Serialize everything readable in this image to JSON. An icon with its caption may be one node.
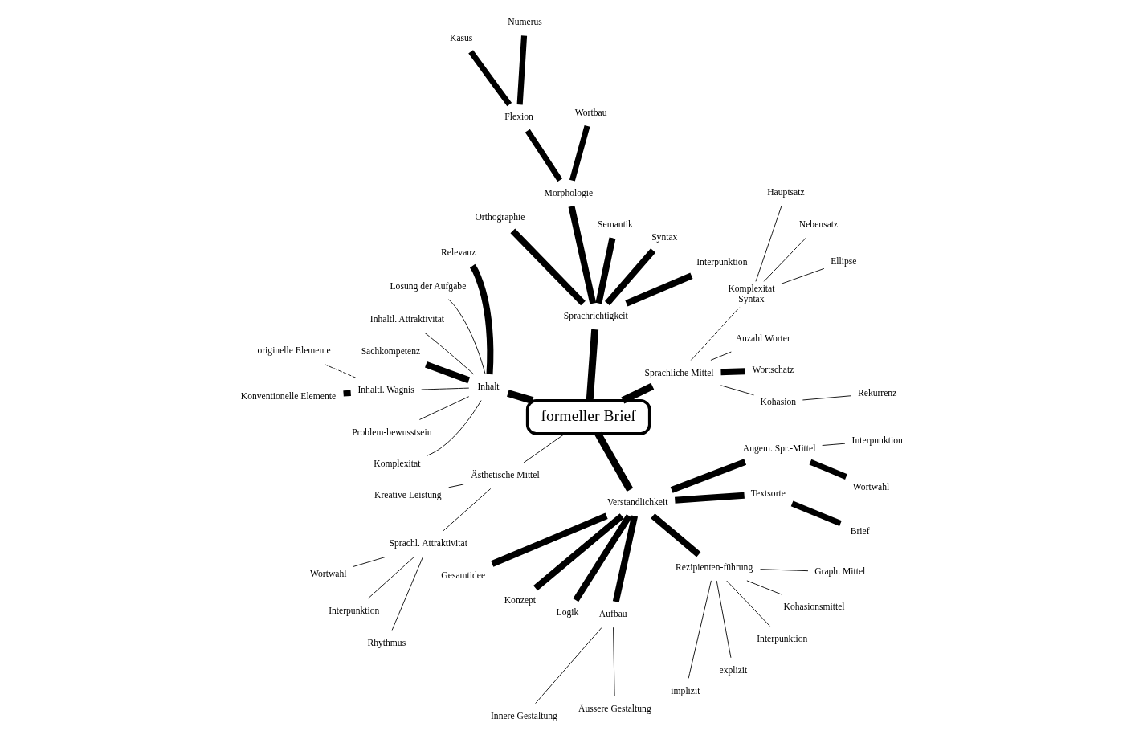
{
  "diagram": {
    "nodes": [
      {
        "text": [
          "formeller Brief"
        ]
      },
      {
        "text": [
          "Sprachliche Mittel"
        ]
      },
      {
        "text": [
          "Kohasion"
        ]
      },
      {
        "text": [
          "Rekurrenz"
        ]
      },
      {
        "text": [
          "Wortschatz"
        ]
      },
      {
        "text": [
          "Anzahl Worter"
        ]
      },
      {
        "text": [
          "Komplexitat",
          "Syntax"
        ]
      },
      {
        "text": [
          "Ellipse"
        ]
      },
      {
        "text": [
          "Nebensatz"
        ]
      },
      {
        "text": [
          "Hauptsatz"
        ]
      },
      {
        "text": [
          "Sprachrichtigkeit"
        ]
      },
      {
        "text": [
          "Interpunktion"
        ]
      },
      {
        "text": [
          "Syntax"
        ]
      },
      {
        "text": [
          "Semantik"
        ]
      },
      {
        "text": [
          "Morphologie"
        ]
      },
      {
        "text": [
          "Wortbau"
        ]
      },
      {
        "text": [
          "Flexion"
        ]
      },
      {
        "text": [
          "Numerus"
        ]
      },
      {
        "text": [
          "Kasus"
        ]
      },
      {
        "text": [
          "Orthographie"
        ]
      },
      {
        "text": [
          "Inhalt"
        ]
      },
      {
        "text": [
          "Relevanz"
        ]
      },
      {
        "text": [
          "Losung der Aufgabe"
        ]
      },
      {
        "text": [
          "Inhaltl. Attraktivitat"
        ]
      },
      {
        "text": [
          "Sachkompetenz"
        ]
      },
      {
        "text": [
          "Inhaltl. Wagnis"
        ]
      },
      {
        "text": [
          "originelle Elemente"
        ]
      },
      {
        "text": [
          "Konventionelle Elemente"
        ]
      },
      {
        "text": [
          "Problem-bewusstsein"
        ]
      },
      {
        "text": [
          "Komplexitat"
        ]
      },
      {
        "text": [
          "Ästhetische Mittel"
        ]
      },
      {
        "text": [
          "Kreative Leistung"
        ]
      },
      {
        "text": [
          "Sprachl. Attraktivitat"
        ]
      },
      {
        "text": [
          "Wortwahl"
        ]
      },
      {
        "text": [
          "Interpunktion"
        ]
      },
      {
        "text": [
          "Rhythmus"
        ]
      },
      {
        "text": [
          "Verstandlichkeit"
        ]
      },
      {
        "text": [
          "Gesamtidee"
        ]
      },
      {
        "text": [
          "Konzept"
        ]
      },
      {
        "text": [
          "Logik"
        ]
      },
      {
        "text": [
          "Aufbau"
        ]
      },
      {
        "text": [
          "Innere Gestaltung"
        ]
      },
      {
        "text": [
          "Äussere Gestaltung"
        ]
      },
      {
        "text": [
          "Rezipienten-führung"
        ]
      },
      {
        "text": [
          "implizit"
        ]
      },
      {
        "text": [
          "explizit"
        ]
      },
      {
        "text": [
          "Interpunktion"
        ]
      },
      {
        "text": [
          "Kohasionsmittel"
        ]
      },
      {
        "text": [
          "Graph. Mittel"
        ]
      },
      {
        "text": [
          "Textsorte"
        ]
      },
      {
        "text": [
          "Brief"
        ]
      },
      {
        "text": [
          "Angem. Spr.-Mittel"
        ]
      },
      {
        "text": [
          "Wortwahl"
        ]
      },
      {
        "text": [
          "Interpunktion"
        ]
      }
    ],
    "edges": [
      {
        "from": 0,
        "to": 1,
        "arrow": "none",
        "style": "thick"
      },
      {
        "from": 1,
        "to": 2,
        "arrow": "none"
      },
      {
        "from": 2,
        "to": 3,
        "arrow": "none"
      },
      {
        "from": 1,
        "to": 4,
        "arrow": "none",
        "style": "thick"
      },
      {
        "from": 1,
        "to": 5,
        "arrow": "none"
      },
      {
        "from": 1,
        "to": 6,
        "arrow": "none",
        "style": "dashed"
      },
      {
        "from": 6,
        "to": 7,
        "arrow": "none"
      },
      {
        "from": 6,
        "to": 8,
        "arrow": "none"
      },
      {
        "from": 6,
        "to": 9,
        "arrow": "none"
      },
      {
        "from": 0,
        "to": 10,
        "arrow": "none",
        "style": "thick"
      },
      {
        "from": 10,
        "to": 11,
        "arrow": "none",
        "style": "thick"
      },
      {
        "from": 10,
        "to": 12,
        "arrow": "none",
        "style": "thick"
      },
      {
        "from": 10,
        "to": 13,
        "arrow": "none",
        "style": "thick"
      },
      {
        "from": 10,
        "to": 14,
        "arrow": "none",
        "style": "thick"
      },
      {
        "from": 14,
        "to": 15,
        "arrow": "none",
        "style": "thick"
      },
      {
        "from": 14,
        "to": 16,
        "arrow": "none",
        "style": "thick"
      },
      {
        "from": 16,
        "to": 17,
        "arrow": "none",
        "style": "thick"
      },
      {
        "from": 16,
        "to": 18,
        "arrow": "none",
        "style": "thick"
      },
      {
        "from": 10,
        "to": 19,
        "arrow": "none",
        "style": "thick"
      },
      {
        "from": 0,
        "to": 20,
        "arrow": "none",
        "style": "thick"
      },
      {
        "from": 20,
        "to": 21,
        "arrow": "none",
        "style": "thick"
      },
      {
        "from": 20,
        "to": 22,
        "arrow": "none"
      },
      {
        "from": 20,
        "to": 23,
        "arrow": "none"
      },
      {
        "from": 20,
        "to": 24,
        "arrow": "none",
        "style": "thick"
      },
      {
        "from": 20,
        "to": 25,
        "arrow": "none"
      },
      {
        "from": 25,
        "to": 26,
        "arrow": "none",
        "style": "dashed"
      },
      {
        "from": 25,
        "to": 27,
        "arrow": "none",
        "style": "thick"
      },
      {
        "from": 20,
        "to": 28,
        "arrow": "none"
      },
      {
        "from": 20,
        "to": 29,
        "arrow": "none"
      },
      {
        "from": 0,
        "to": 30,
        "arrow": "none"
      },
      {
        "from": 30,
        "to": 31,
        "arrow": "none"
      },
      {
        "from": 30,
        "to": 32,
        "arrow": "none"
      },
      {
        "from": 32,
        "to": 33,
        "arrow": "none"
      },
      {
        "from": 32,
        "to": 34,
        "arrow": "none"
      },
      {
        "from": 32,
        "to": 35,
        "arrow": "none"
      },
      {
        "from": 0,
        "to": 36,
        "arrow": "none",
        "style": "thick"
      },
      {
        "from": 36,
        "to": 37,
        "arrow": "none",
        "style": "thick"
      },
      {
        "from": 36,
        "to": 38,
        "arrow": "none",
        "style": "thick"
      },
      {
        "from": 36,
        "to": 39,
        "arrow": "none",
        "style": "thick"
      },
      {
        "from": 36,
        "to": 40,
        "arrow": "none",
        "style": "thick"
      },
      {
        "from": 40,
        "to": 41,
        "arrow": "none"
      },
      {
        "from": 40,
        "to": 42,
        "arrow": "none"
      },
      {
        "from": 36,
        "to": 43,
        "arrow": "none",
        "style": "thick"
      },
      {
        "from": 43,
        "to": 44,
        "arrow": "none"
      },
      {
        "from": 43,
        "to": 45,
        "arrow": "none"
      },
      {
        "from": 43,
        "to": 46,
        "arrow": "none"
      },
      {
        "from": 43,
        "to": 47,
        "arrow": "none"
      },
      {
        "from": 43,
        "to": 48,
        "arrow": "none"
      },
      {
        "from": 36,
        "to": 49,
        "arrow": "none",
        "style": "thick"
      },
      {
        "from": 49,
        "to": 50,
        "arrow": "none",
        "style": "thick"
      },
      {
        "from": 36,
        "to": 51,
        "arrow": "none",
        "style": "thick"
      },
      {
        "from": 51,
        "to": 52,
        "arrow": "none",
        "style": "thick"
      },
      {
        "from": 51,
        "to": 53,
        "arrow": "none"
      }
    ]
  }
}
